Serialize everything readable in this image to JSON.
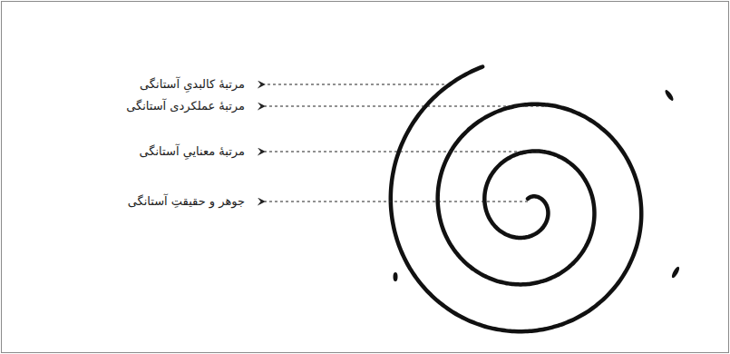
{
  "diagram": {
    "labels": [
      "مرتبهٔ کالبدیِ آستانگی",
      "مرتبهٔ عملکردی آستانگی",
      "مرتبهٔ معناییِ آستانگی",
      "جوهر و حقیقتِ آستانگی"
    ]
  }
}
